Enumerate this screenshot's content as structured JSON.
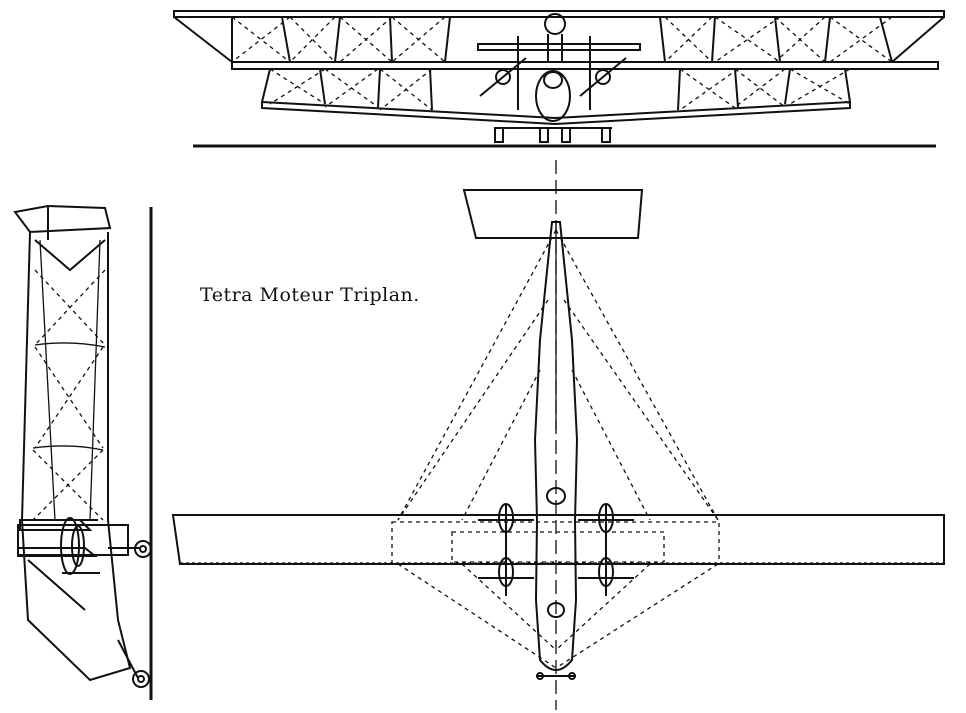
{
  "caption": "Tetra Moteur Triplan.",
  "views": [
    {
      "name": "front-view",
      "description_label": ""
    },
    {
      "name": "side-view",
      "description_label": ""
    },
    {
      "name": "plan-view",
      "description_label": ""
    }
  ],
  "colors": {
    "ink": "#111111",
    "paper": "#ffffff"
  }
}
